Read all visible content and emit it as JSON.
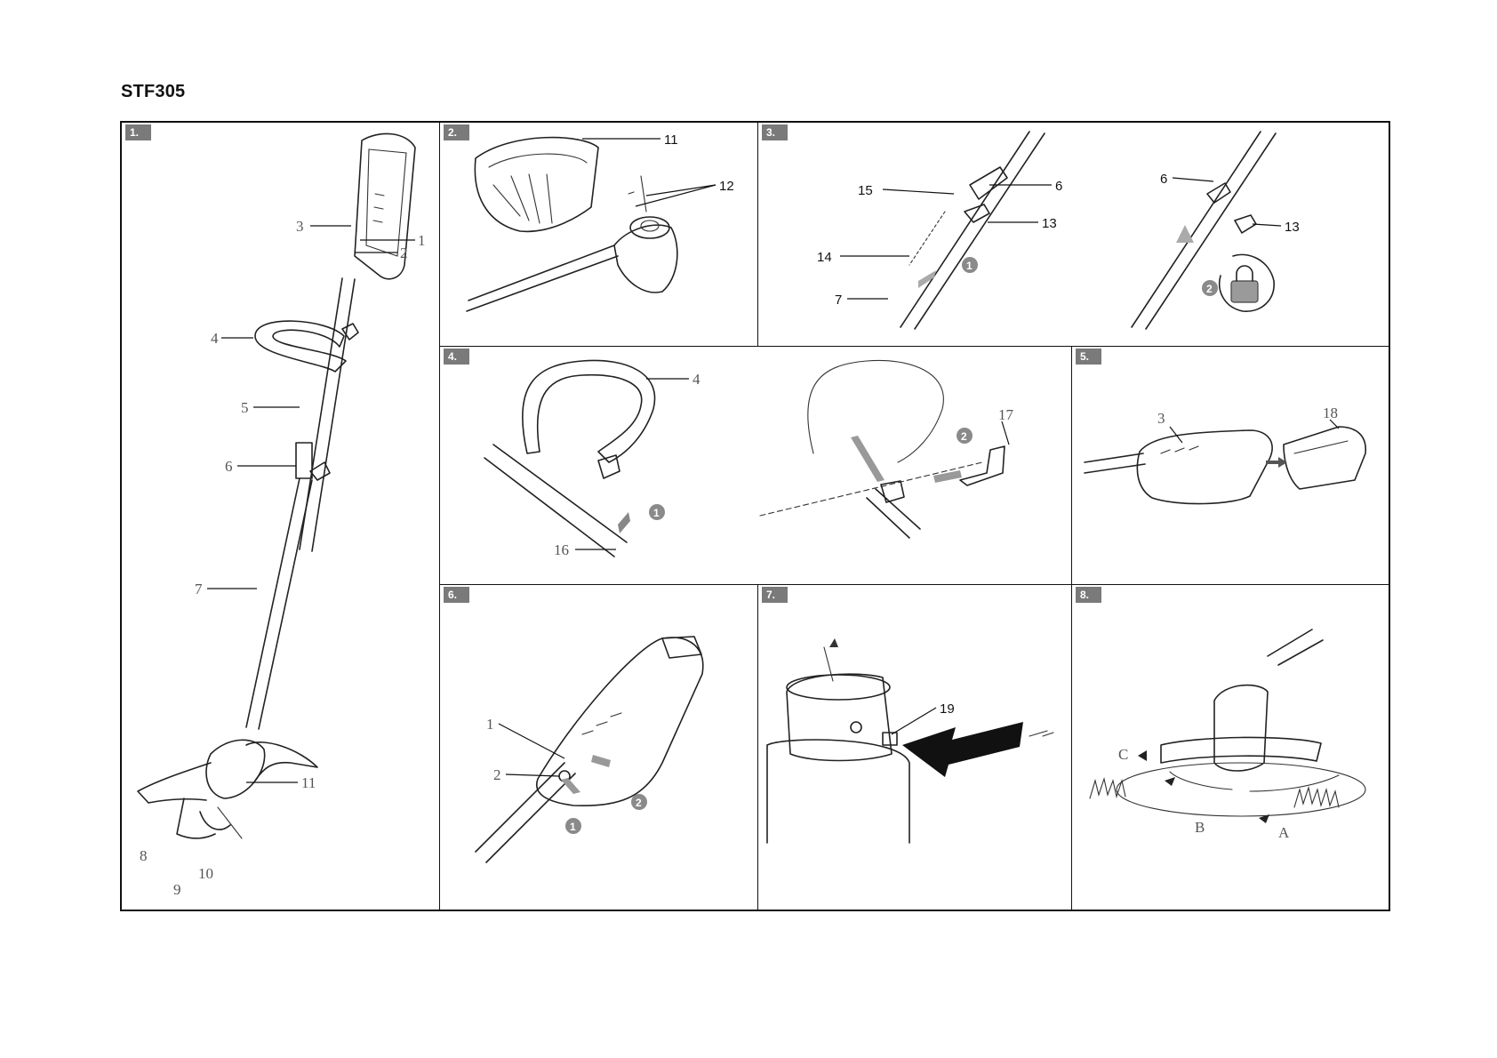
{
  "page": {
    "title": "STF305"
  },
  "panels": [
    {
      "id": "1",
      "label": "1.",
      "callouts": [
        "3",
        "1",
        "2",
        "4",
        "5",
        "6",
        "7",
        "11",
        "8",
        "9",
        "10"
      ]
    },
    {
      "id": "2",
      "label": "2.",
      "callouts": [
        "11",
        "12"
      ]
    },
    {
      "id": "3",
      "label": "3.",
      "callouts": [
        "15",
        "6",
        "13",
        "14",
        "7",
        "6",
        "13"
      ],
      "steps": [
        "1",
        "2"
      ]
    },
    {
      "id": "4",
      "label": "4.",
      "callouts": [
        "4",
        "16",
        "17"
      ],
      "steps": [
        "1",
        "2"
      ]
    },
    {
      "id": "5",
      "label": "5.",
      "callouts": [
        "3",
        "18"
      ]
    },
    {
      "id": "6",
      "label": "6.",
      "callouts": [
        "1",
        "2"
      ],
      "steps": [
        "1",
        "2"
      ]
    },
    {
      "id": "7",
      "label": "7.",
      "callouts": [
        "19"
      ]
    },
    {
      "id": "8",
      "label": "8.",
      "callouts": [
        "C",
        "B",
        "A"
      ]
    }
  ],
  "icons": {
    "lock": "padlock-icon",
    "arrow": "step-arrow-icon"
  }
}
